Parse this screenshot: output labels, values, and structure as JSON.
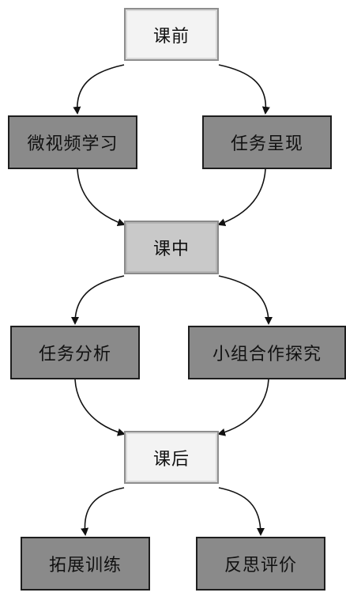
{
  "stages": {
    "before": "课前",
    "during": "课中",
    "after": "课后"
  },
  "before_tasks": [
    "微视频学习",
    "任务呈现"
  ],
  "during_tasks": [
    "任务分析",
    "小组合作探究"
  ],
  "after_tasks": [
    "拓展训练",
    "反思评价"
  ],
  "colors": {
    "stage_fill": "#f3f3f3",
    "mid_stage_fill": "#c9c9c9",
    "task_fill": "#8a8a8a",
    "arrow": "#111111"
  }
}
